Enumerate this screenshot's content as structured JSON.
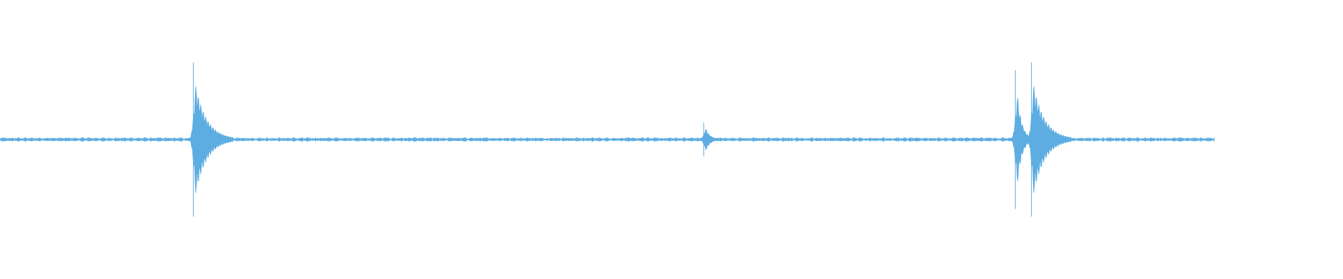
{
  "waveform": {
    "color": "#5dade2",
    "duration_fraction_drawn": 0.904,
    "bursts": [
      {
        "t": 0.145,
        "peak": 1.0,
        "decay": "long",
        "label": ""
      },
      {
        "t": 0.525,
        "peak": 0.22,
        "decay": "short",
        "label": ""
      },
      {
        "t": 0.757,
        "peak": 0.9,
        "decay": "short",
        "label": ""
      },
      {
        "t": 0.769,
        "peak": 1.0,
        "decay": "long",
        "label": ""
      }
    ],
    "noise_level": 0.035
  }
}
